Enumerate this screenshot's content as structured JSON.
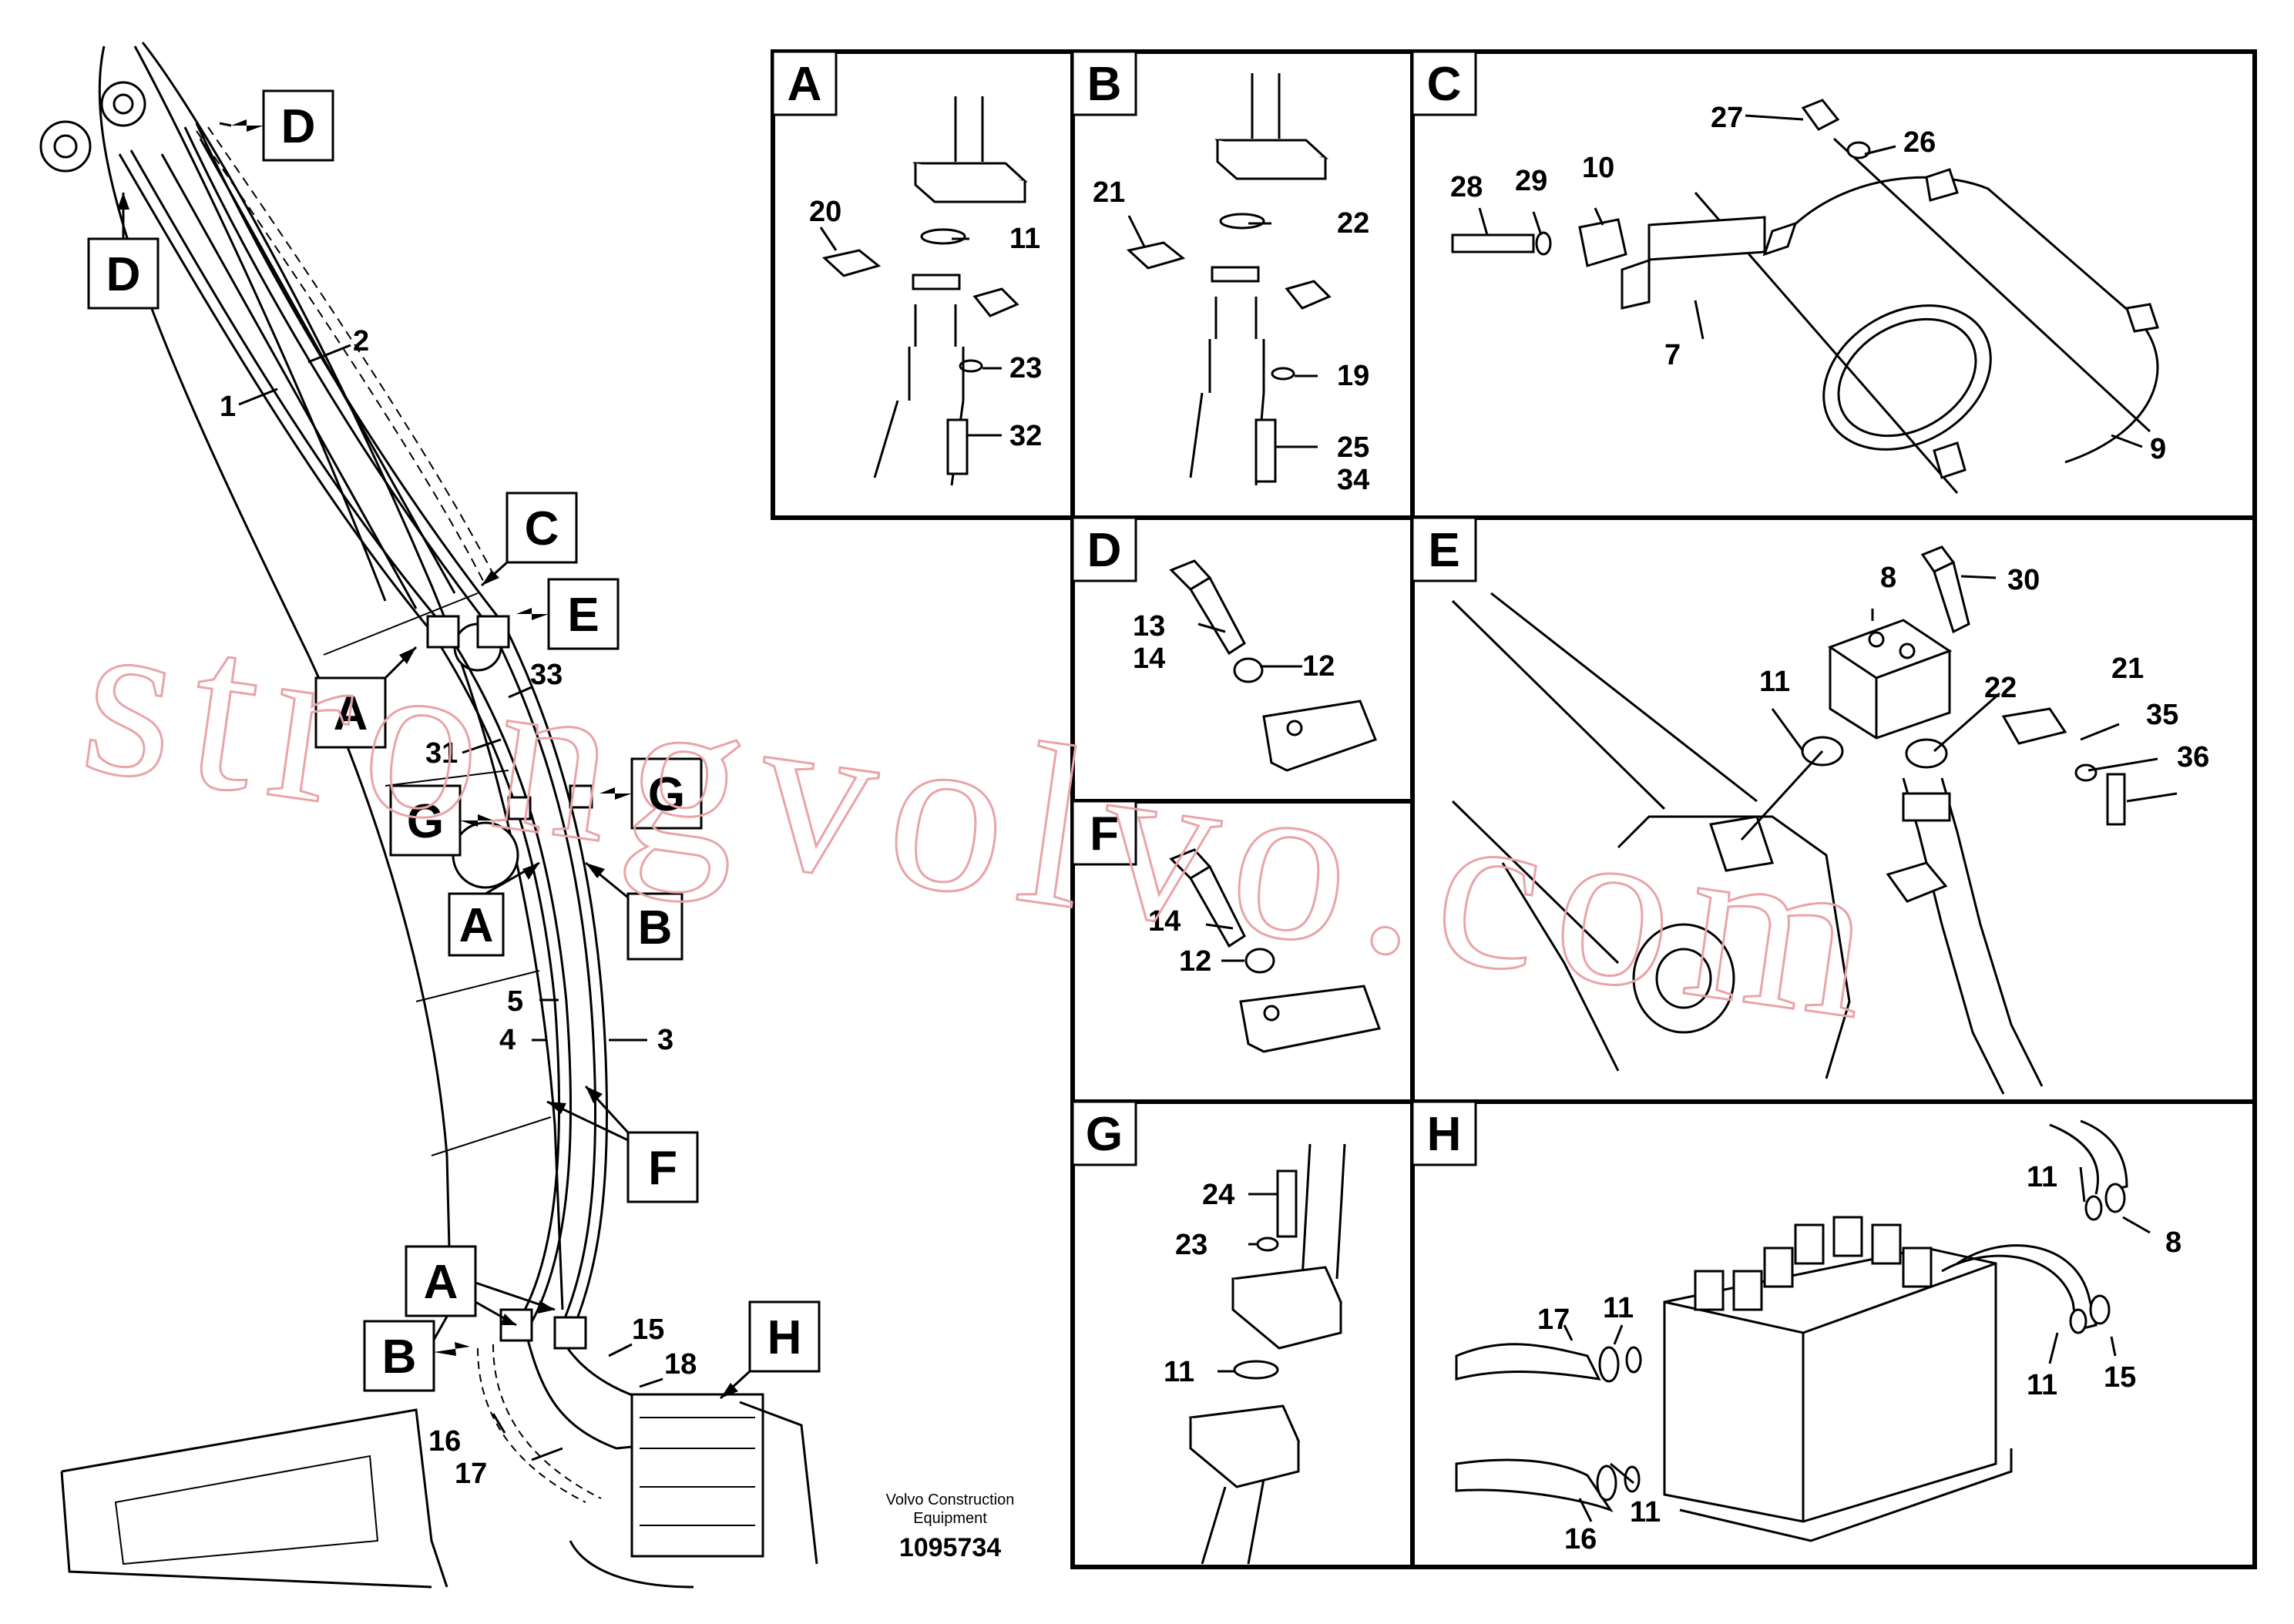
{
  "panels": {
    "A": {
      "letter": "A",
      "labels": [
        "20",
        "11",
        "23",
        "32"
      ]
    },
    "B": {
      "letter": "B",
      "labels": [
        "21",
        "22",
        "19",
        "25",
        "34"
      ]
    },
    "C": {
      "letter": "C",
      "labels": [
        "27",
        "26",
        "28",
        "29",
        "10",
        "7",
        "9"
      ]
    },
    "D": {
      "letter": "D",
      "labels": [
        "13",
        "14",
        "12"
      ]
    },
    "E": {
      "letter": "E",
      "labels": [
        "8",
        "30",
        "11",
        "22",
        "21",
        "35",
        "36"
      ]
    },
    "F": {
      "letter": "F",
      "labels": [
        "14",
        "12"
      ]
    },
    "G": {
      "letter": "G",
      "labels": [
        "24",
        "23",
        "11"
      ]
    },
    "H": {
      "letter": "H",
      "labels": [
        "11",
        "8",
        "17",
        "11",
        "15",
        "11",
        "16",
        "11"
      ]
    }
  },
  "main": {
    "callouts": [
      "D",
      "D",
      "C",
      "E",
      "A",
      "G",
      "G",
      "A",
      "B",
      "F",
      "A",
      "B",
      "H"
    ],
    "labels": [
      "2",
      "1",
      "33",
      "31",
      "5",
      "4",
      "3",
      "15",
      "18",
      "16",
      "17"
    ]
  },
  "footer": {
    "company_line1": "Volvo Construction",
    "company_line2": "Equipment",
    "drawing_number": "1095734"
  },
  "watermark": "strongvolvo.com"
}
